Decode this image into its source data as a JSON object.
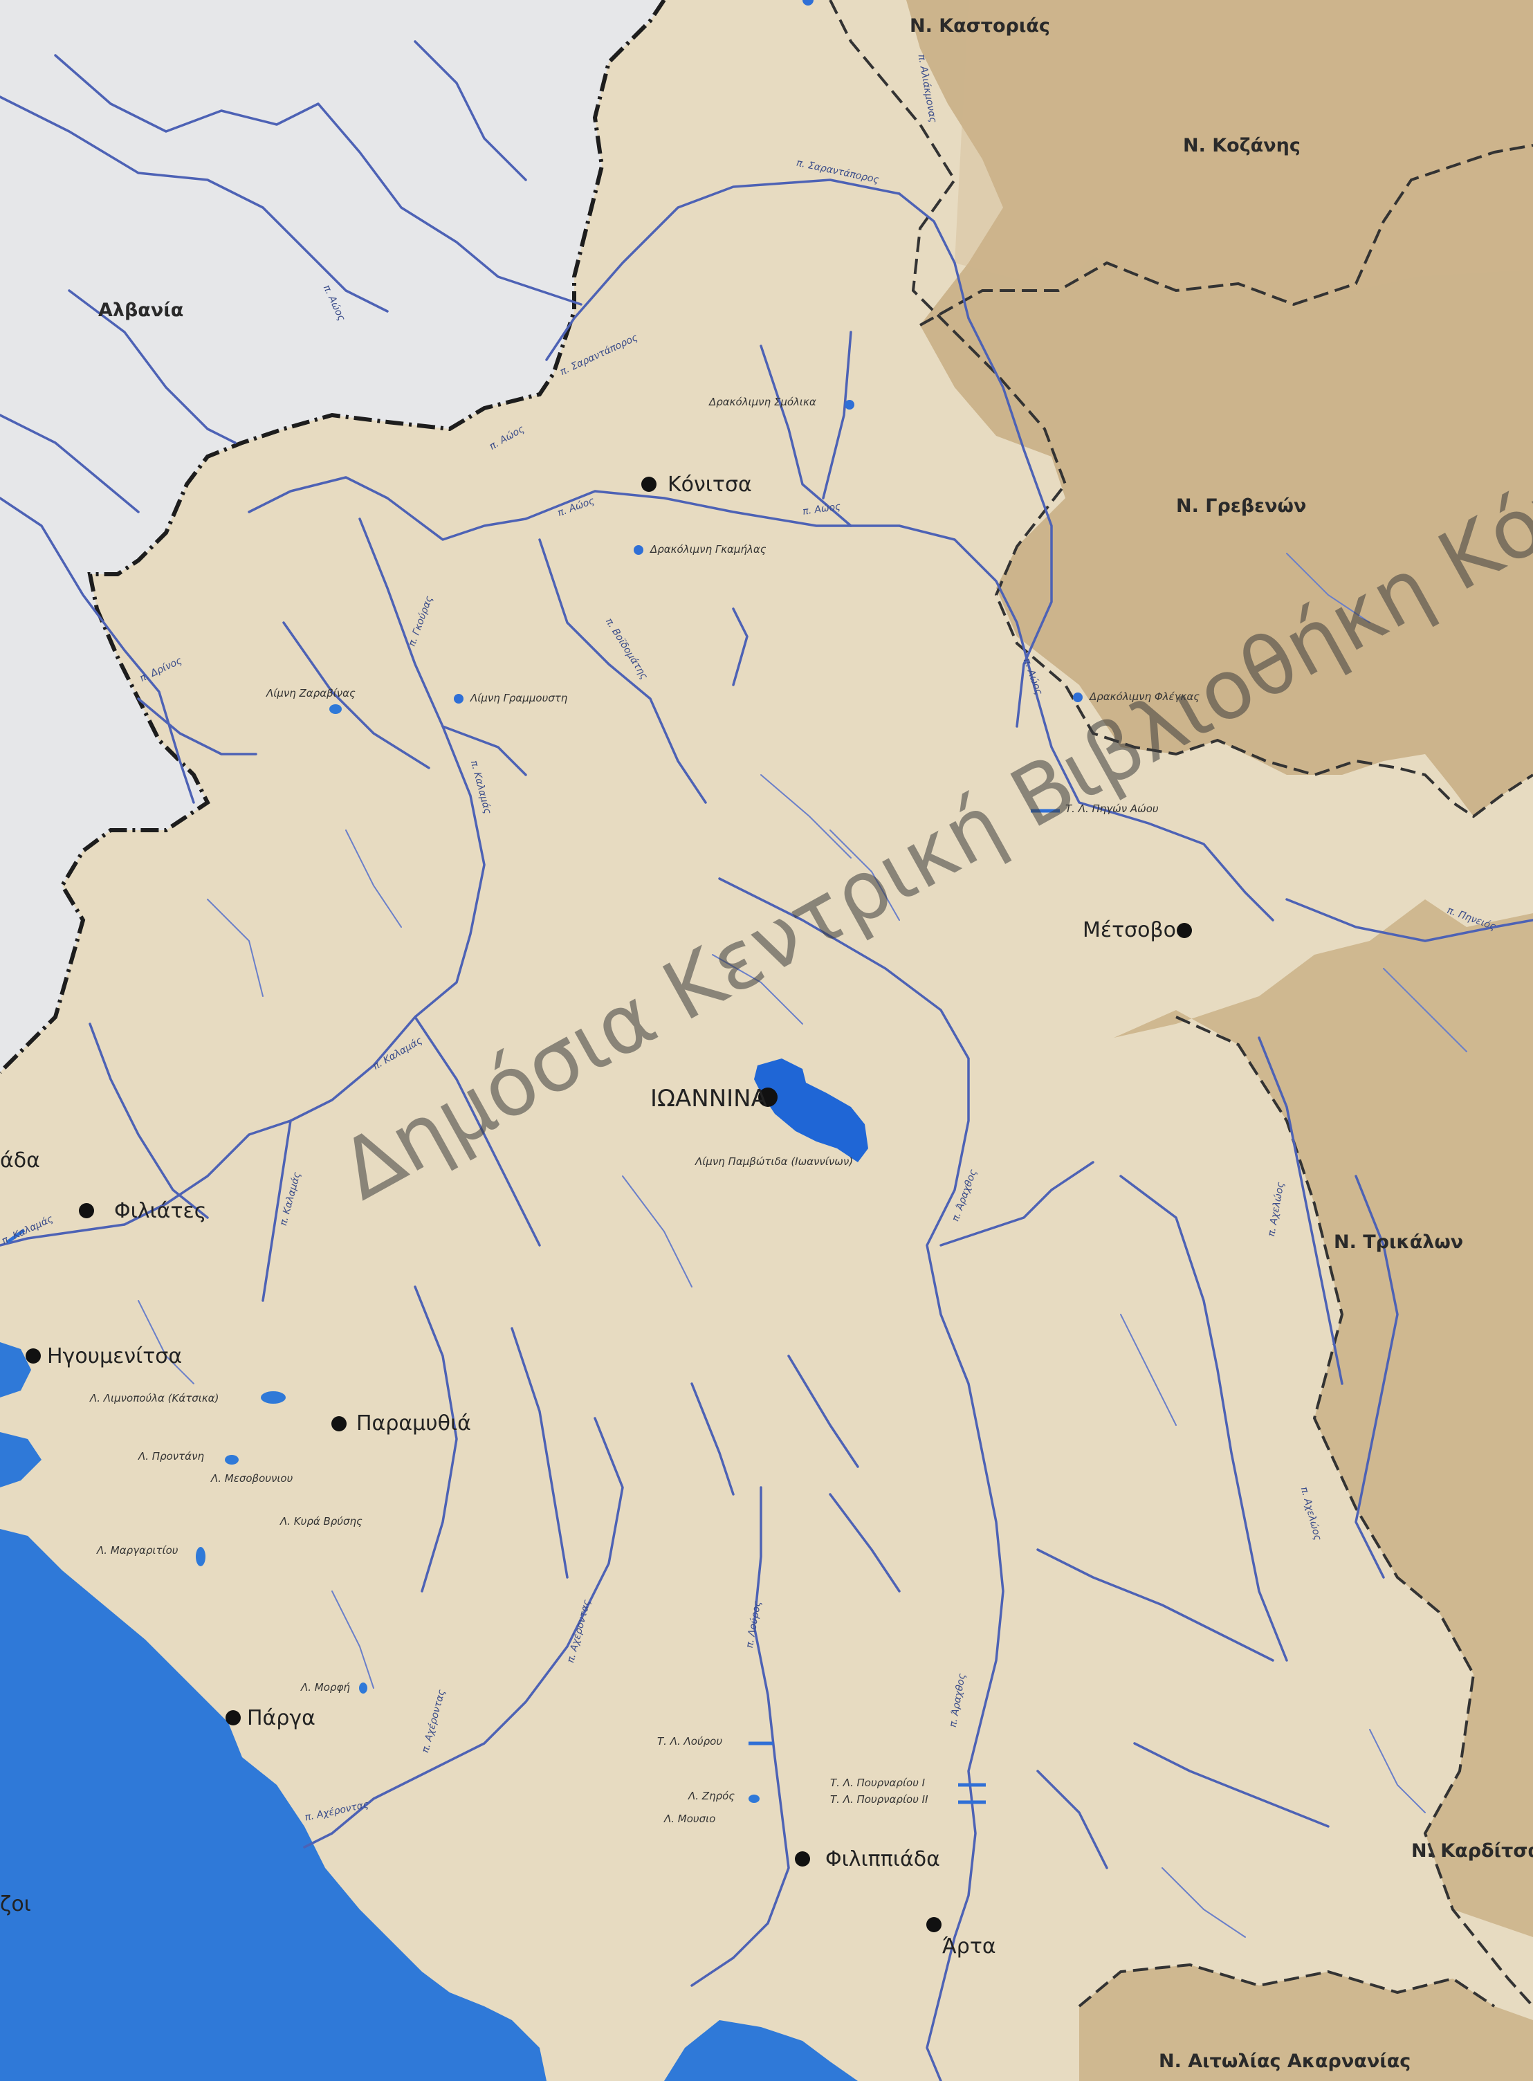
{
  "regions": {
    "albania": "Αλβανία",
    "kastoria": "Ν. Καστοριάς",
    "kozani": "Ν. Κοζάνης",
    "grevena": "Ν. Γρεβενών",
    "trikala": "Ν. Τρικάλων",
    "karditsa": "Ν. Καρδίτσας",
    "aitoloakarnania": "Ν. Αιτωλίας Ακαρνανίας"
  },
  "cities": {
    "konitsa": "Κόνιτσα",
    "ioannina": "ΙΩΑΝΝΙΝΑ",
    "metsovo": "Μέτσοβο",
    "filiates": "Φιλιάτες",
    "igoumenitsa": "Ηγουμενίτσα",
    "paramythia": "Παραμυθιά",
    "parga": "Πάργα",
    "filippiada": "Φιλιππιάδα",
    "arta": "Άρτα"
  },
  "partial_labels": {
    "left_ada": "άδα",
    "left_zoi": "ζοι"
  },
  "small_labels": {
    "drakolimni_smolika": "Δρακόλιμνη Σμόλικα",
    "drakolimni_gkamilas": "Δρακόλιμνη Γκαμήλας",
    "drakolimni_flegkas": "Δρακόλιμνη Φλέγκας",
    "limni_zaravinas": "Λίμνη Ζαραβίνας",
    "limni_gramousti": "Λίμνη Γραμμουστη",
    "limni_pamvotida": "Λίμνη Παμβώτιδα (Ιωαννίνων)",
    "tl_pigon_aoou": "Τ. Λ. Πηγών Αώου",
    "tl_louros": "Τ. Λ. Λούρου",
    "tl_pournari_1": "Τ. Λ. Πουρναρίου I",
    "tl_pournari_2": "Τ. Λ. Πουρναρίου II",
    "l_ziros": "Λ. Ζηρός",
    "l_mousio": "Λ. Μουσιο",
    "l_limnopoula": "Λ. Λιμνοπούλα (Κάτσικα)",
    "l_prontani": "Λ. Προντάνη",
    "l_mesovouniou": "Λ. Μεσοβουνιου",
    "l_kiras_vrysis": "Λ. Κυρά Βρύσης",
    "l_margariti": "Λ. Μαργαριτίου",
    "l_morfi": "Λ. Μορφή"
  },
  "river_labels": {
    "aoos_1": "π. Αώος",
    "aoos_2": "π. Αώος",
    "aoos_3": "π. Αώος",
    "aoos_4": "π. Αώος",
    "aoos_5": "π. Αώος",
    "sarantaporos_1": "π. Σαραντάπορος",
    "sarantaporos_2": "π. Σαραντάπορος",
    "aliakmonas": "π. Αλιάκμονας",
    "voidomatis": "π. Βοϊδομάτης",
    "gkouras": "π. Γκούρας",
    "kalamas_1": "π. Καλαμάς",
    "kalamas_2": "π. Καλαμάς",
    "kalamas_3": "π. Καλαμάς",
    "kalamas_4": "π. Καλαμάς",
    "drinos": "π. Δρίνος",
    "arachthos_1": "π. Άραχθος",
    "arachthos_2": "π. Άραχθος",
    "acherontas_1": "π. Αχέροντας",
    "acherontas_2": "π. Αχέροντας",
    "acherontas_3": "π. Αχέροντας",
    "louros": "π. Λούρος",
    "acheloos_1": "π. Αχελώος",
    "acheloos_2": "π. Αχελώος",
    "pinios": "π. Πηνειός"
  },
  "watermark": "Δημόσια Κεντρική Βιβλιοθήκη Κόνιτσ"
}
